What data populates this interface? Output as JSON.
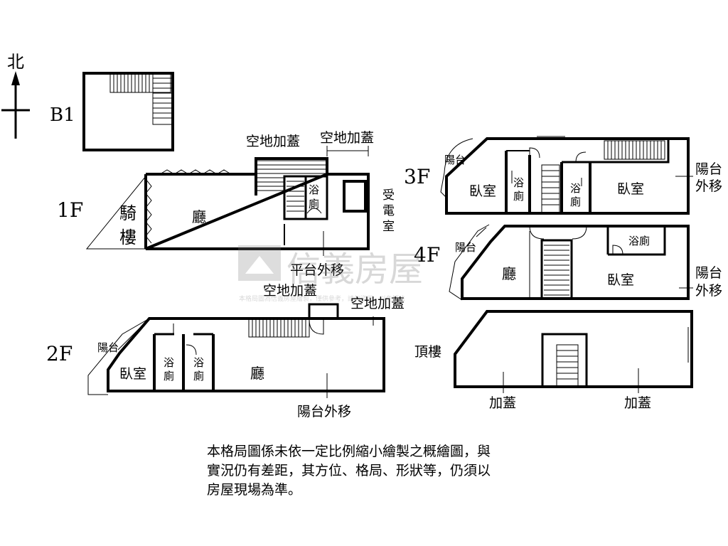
{
  "compass": {
    "label": "北"
  },
  "floors": {
    "b1": {
      "label": "B1"
    },
    "f1": {
      "label": "1F",
      "rooms": {
        "arcade_1": "騎",
        "arcade_2": "樓",
        "hall": "廳",
        "bath_1": "浴",
        "bath_2": "廁",
        "power_1": "受",
        "power_2": "電",
        "power_3": "室"
      },
      "notes": {
        "covered_a": "空地加蓋",
        "covered_b": "空地加蓋",
        "platform": "平台外移"
      }
    },
    "f2": {
      "label": "2F",
      "rooms": {
        "balcony": "陽台",
        "bedroom": "臥室",
        "bath1_1": "浴",
        "bath1_2": "廁",
        "bath2_1": "浴",
        "bath2_2": "廁",
        "hall": "廳"
      },
      "notes": {
        "covered_a": "空地加蓋",
        "covered_b": "空地加蓋",
        "balcony_moved": "陽台外移"
      }
    },
    "f3": {
      "label": "3F",
      "rooms": {
        "balcony": "陽台",
        "bedroom_1": "臥室",
        "bath1_1": "浴",
        "bath1_2": "廁",
        "bath2_1": "浴",
        "bath2_2": "廁",
        "bedroom_2": "臥室"
      },
      "notes": {
        "balcony_moved_1": "陽台",
        "balcony_moved_2": "外移"
      }
    },
    "f4": {
      "label": "4F",
      "rooms": {
        "balcony": "陽台",
        "hall": "廳",
        "bath": "浴廁",
        "bedroom": "臥室"
      },
      "notes": {
        "balcony_moved_1": "陽台",
        "balcony_moved_2": "外移"
      }
    },
    "roof": {
      "label": "頂樓",
      "notes": {
        "add_1": "加蓋",
        "add_2": "加蓋"
      }
    }
  },
  "watermark": {
    "brand": "信義房屋",
    "caption": "本格局圖為信義房屋繪製，僅供參考，請勿盜用，以免觸法"
  },
  "disclaimer": {
    "lines": [
      "本格局圖係未依一定比例縮小繪製之概繪圖，與",
      "實況仍有差距，其方位、格局、形狀等，仍須以",
      "房屋現場為準。"
    ]
  }
}
